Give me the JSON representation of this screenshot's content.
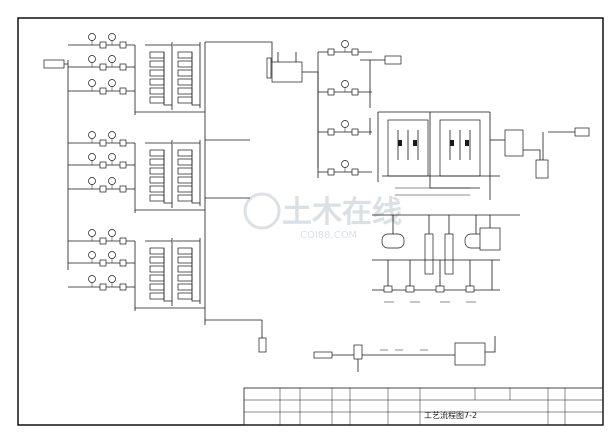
{
  "drawing": {
    "kind": "process-flow-diagram"
  },
  "title_block": {
    "drawing_title": "工艺流程图7-2"
  },
  "watermark": {
    "text": "土木在线",
    "subtext": "COI88.COM"
  },
  "colors": {
    "line": "#1a1a1a",
    "background": "#ffffff",
    "watermark": "#9aa7b4"
  },
  "train_count": 3
}
